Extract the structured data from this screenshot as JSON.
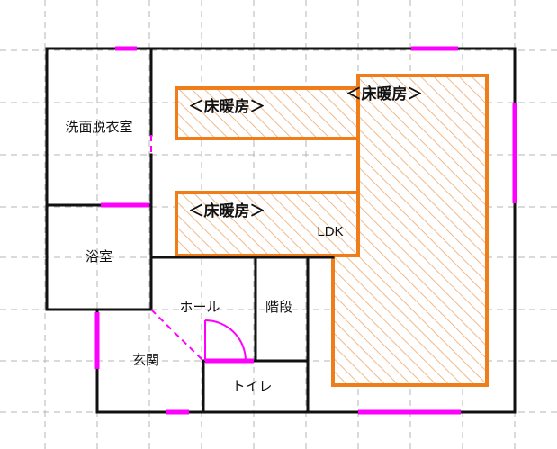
{
  "rooms": {
    "senmen": "洗面脱衣室",
    "yokushitsu": "浴室",
    "hall": "ホール",
    "genkan": "玄関",
    "kaidan": "階段",
    "toilet": "トイレ",
    "ldk": "LDK"
  },
  "floor_heating": {
    "zone_top": "＜床暖房＞",
    "zone_middle": "＜床暖房＞",
    "zone_right": "＜床暖房＞"
  },
  "colors": {
    "wall": "#111111",
    "window": "#ff00ff",
    "floor_heating": "#ef7d1a",
    "grid": "#b5b5b5"
  }
}
